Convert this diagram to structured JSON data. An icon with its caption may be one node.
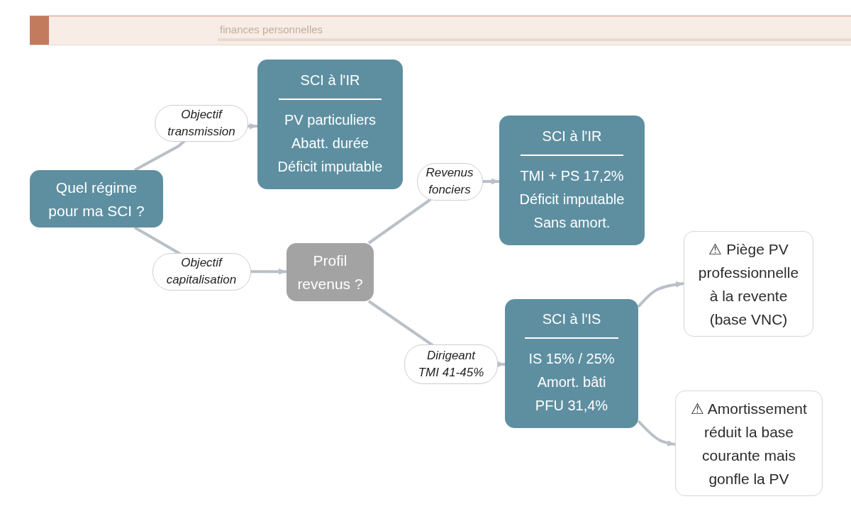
{
  "diagram": {
    "nodes": [
      {
        "text": [
          "Quel régime pour ma SCI ?"
        ]
      },
      {
        "text": [
          "SCI à l'IR",
          "PV particuliers",
          "Abatt. durée",
          "Déficit imputable"
        ]
      },
      {
        "text": [
          "Profil revenus ?"
        ]
      },
      {
        "text": [
          "SCI à l'IR",
          "TMI + PS 17,2%",
          "Déficit imputable",
          "Sans amort."
        ]
      },
      {
        "text": [
          "SCI à l'IS",
          "IS 15% / 25%",
          "Amort. bâti",
          "PFU 31,4%"
        ]
      },
      {
        "text": [
          "⚠ Piège PV professionnelle à la revente (base VNC)"
        ]
      },
      {
        "text": [
          "⚠ Amortissement réduit la base courante mais gonfle la PV"
        ]
      }
    ],
    "edges": [
      {
        "from": 0,
        "to": 1,
        "arrow": "to",
        "label": "Objectif transmission"
      },
      {
        "from": 0,
        "to": 2,
        "arrow": "to",
        "label": "Objectif capitalisation"
      },
      {
        "from": 2,
        "to": 3,
        "arrow": "to",
        "label": "Revenus fonciers"
      },
      {
        "from": 2,
        "to": 4,
        "arrow": "to",
        "label": "Dirigeant TMI 41-45%"
      },
      {
        "from": 4,
        "to": 5,
        "arrow": "to"
      },
      {
        "from": 4,
        "to": 6,
        "arrow": "to"
      }
    ],
    "labels": [
      "finances personnelles"
    ]
  }
}
